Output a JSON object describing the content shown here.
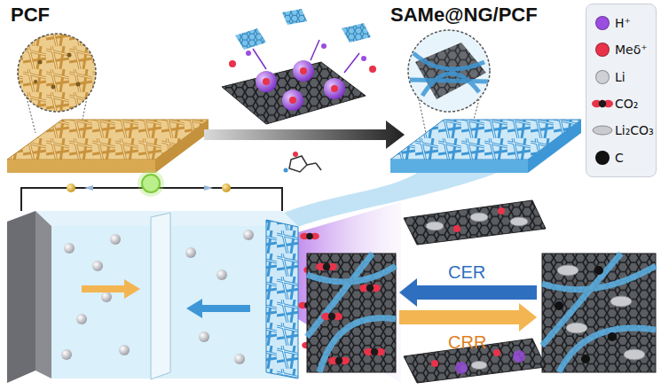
{
  "diagram": {
    "labels": [
      "PCF",
      "SAMe@NG/PCF",
      "CER",
      "CRR"
    ],
    "legend": [
      {
        "text": "H⁺",
        "color": "#9b4de0"
      },
      {
        "text": "Meδ⁺",
        "color": "#e8334a"
      },
      {
        "text": "Li",
        "color": "#cfd0d6"
      },
      {
        "text": "CO₂"
      },
      {
        "text": "Li₂CO₃"
      },
      {
        "text": "C",
        "color": "#111111"
      }
    ]
  }
}
